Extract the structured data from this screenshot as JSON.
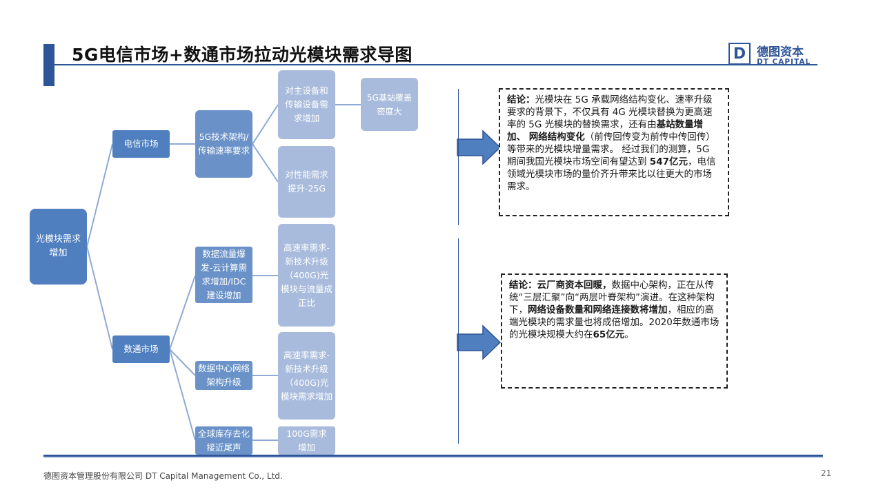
{
  "title": "5G电信市场+数通市场拉动光模块需求导图",
  "logo": {
    "mark": "D",
    "cn": "德图资本",
    "en": "DT CAPITAL"
  },
  "nodes": {
    "root": "光模块需求增加",
    "telecom": "电信市场",
    "datacom": "数通市场",
    "tech5g": "5G技术架构/传输速率要求",
    "main_equip": "对主设备和传输设备需求增加",
    "base_station": "5G基站覆盖密度大",
    "perf_25g": "对性能需求提升-25G",
    "data_explosion": "数据流量爆发-云计算需求增加/IDC建设增加",
    "high_rate_1": "高速率需求-新技术升级（400G)光模块与流量成正比",
    "dc_network": "数据中心网络架构升级",
    "high_rate_2": "高速率需求-新技术升级（400G)光模块需求增加",
    "inventory": "全球库存去化接近尾声",
    "g100": "100G需求增加"
  },
  "conclusion1": {
    "label": "结论：",
    "p1": "光模块在 5G 承载网络结构变化、速率升级要求的背景下，不仅具有 4G 光模块替换为更高速率的 5G 光模块的替换需求，还有由",
    "b1": "基站数量增加、 网络结构变化",
    "p2": "（前传回传变为前传中传回传）等带来的光模块增量需求。 经过我们的测算，5G 期间我国光模块市场空间有望达到 ",
    "b2": "547亿元",
    "p3": "，电信领域光模块市场的量价齐升带来比以往更大的市场需求。"
  },
  "conclusion2": {
    "label": "结论：",
    "b0": "云厂商资本回暖，",
    "p1": "数据中心架构，正在从传统“三层汇聚”向“两层叶脊架构”演进。在这种架构下，",
    "b1": "网络设备数量和网络连接数将增加",
    "p2": "，相应的高端光模块的需求量也将成倍增加。2020年数通市场的光模块规模大约在",
    "b2": "65亿元",
    "p3": "。"
  },
  "footer": "德图资本管理股份有限公司  DT Capital  Management  Co., Ltd.",
  "page_number": "21",
  "colors": {
    "accent": "#2e5597",
    "node_dark": "#4f7fbf",
    "node_light": "#a8bbdc",
    "line": "#8fa9d4"
  }
}
